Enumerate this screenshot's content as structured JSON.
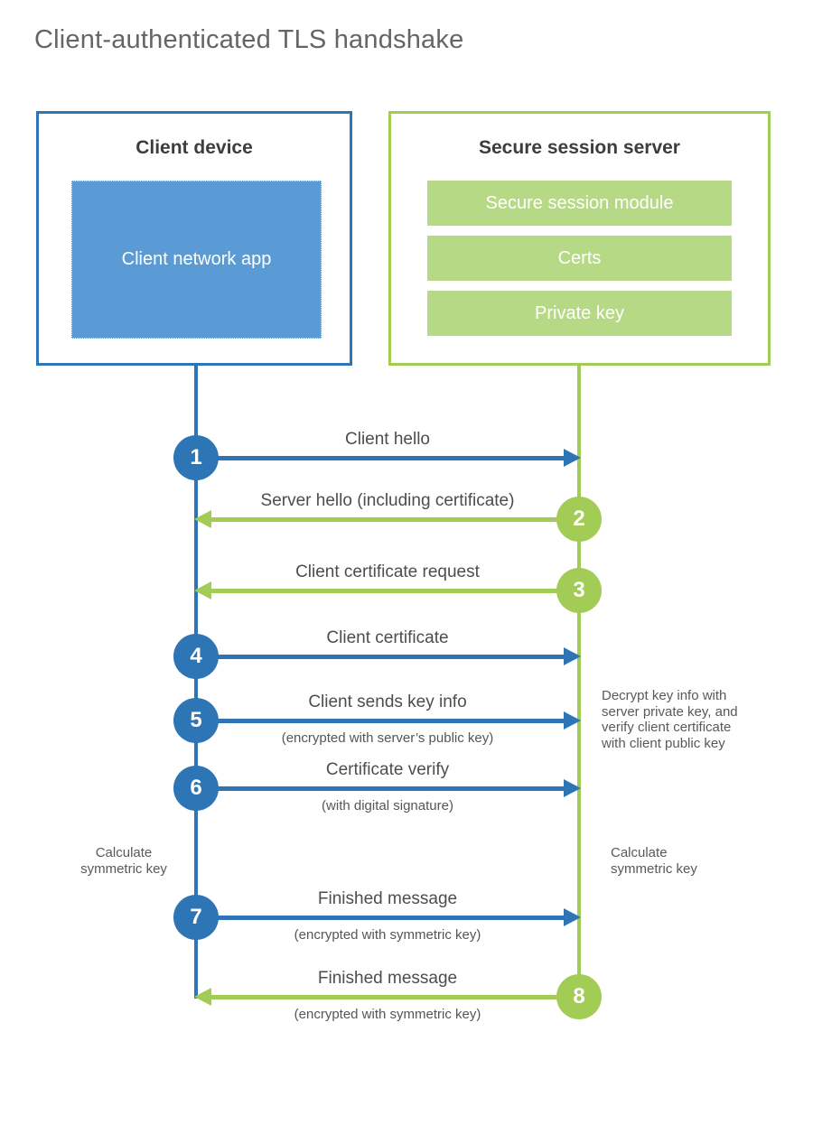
{
  "page": {
    "title": "Client-authenticated TLS handshake"
  },
  "colors": {
    "client_blue": "#2e75b6",
    "client_app_blue": "#5b9bd5",
    "server_green": "#a2cc55",
    "server_bar_green": "#b6d985",
    "heading_text": "#3d3d3d",
    "label_text": "#4d4d4d",
    "note_text": "#595959",
    "title_text": "#656565"
  },
  "client_box": {
    "title": "Client device",
    "app": "Client network app"
  },
  "server_box": {
    "title": "Secure session server",
    "modules": [
      "Secure session module",
      "Certs",
      "Private key"
    ]
  },
  "messages": [
    {
      "num": "1",
      "from": "client",
      "direction": "right",
      "label": "Client hello",
      "sub": ""
    },
    {
      "num": "2",
      "from": "server",
      "direction": "left",
      "label": "Server hello (including certificate)",
      "sub": ""
    },
    {
      "num": "3",
      "from": "server",
      "direction": "left",
      "label": "Client certificate request",
      "sub": ""
    },
    {
      "num": "4",
      "from": "client",
      "direction": "right",
      "label": "Client certificate",
      "sub": ""
    },
    {
      "num": "5",
      "from": "client",
      "direction": "right",
      "label": "Client sends key info",
      "sub": "(encrypted with server’s public key)"
    },
    {
      "num": "6",
      "from": "client",
      "direction": "right",
      "label": "Certificate verify",
      "sub": "(with digital signature)"
    },
    {
      "num": "7",
      "from": "client",
      "direction": "right",
      "label": "Finished message",
      "sub": "(encrypted with symmetric key)"
    },
    {
      "num": "8",
      "from": "server",
      "direction": "left",
      "label": "Finished message",
      "sub": "(encrypted with symmetric key)"
    }
  ],
  "annotations": {
    "decrypt_note": "Decrypt key info with server private key, and verify client certificate with client public key",
    "calculate_left": "Calculate symmetric key",
    "calculate_right": "Calculate symmetric key"
  }
}
